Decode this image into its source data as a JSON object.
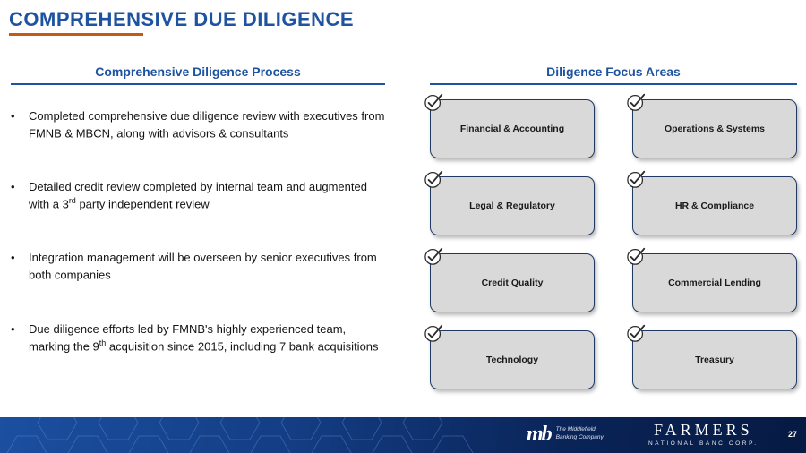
{
  "slide": {
    "title": "COMPREHENSIVE DUE DILIGENCE"
  },
  "left": {
    "header": "Comprehensive Diligence Process",
    "bullets": [
      {
        "pre": "Completed comprehensive due diligence review with executives from FMNB & MBCN, along with advisors & consultants"
      },
      {
        "pre": "Detailed credit review completed by internal team and augmented with a 3",
        "sup": "rd",
        "post": " party independent review"
      },
      {
        "pre": "Integration management will be overseen by senior executives from both companies"
      },
      {
        "pre": "Due diligence efforts led by FMNB's highly experienced team, marking the 9",
        "sup": "th",
        "post": " acquisition since 2015, including 7 bank acquisitions"
      }
    ]
  },
  "right": {
    "header": "Diligence Focus Areas",
    "boxes": [
      "Financial & Accounting",
      "Operations & Systems",
      "Legal & Regulatory",
      "HR & Compliance",
      "Credit Quality",
      "Commercial Lending",
      "Technology",
      "Treasury"
    ]
  },
  "footer": {
    "middlefield": {
      "monogram": "mb",
      "name_line1": "The Middlefield",
      "name_line2": "Banking Company"
    },
    "farmers": {
      "name": "FARMERS",
      "subtitle": "NATIONAL BANC CORP."
    },
    "page_number": "27"
  },
  "colors": {
    "title_blue": "#1d53a0",
    "accent_orange": "#c55a11",
    "box_fill": "#d9d9d9",
    "box_border": "#1f3864",
    "footer_navy": "#0a2458",
    "check_mark": "#2b2b2b"
  }
}
